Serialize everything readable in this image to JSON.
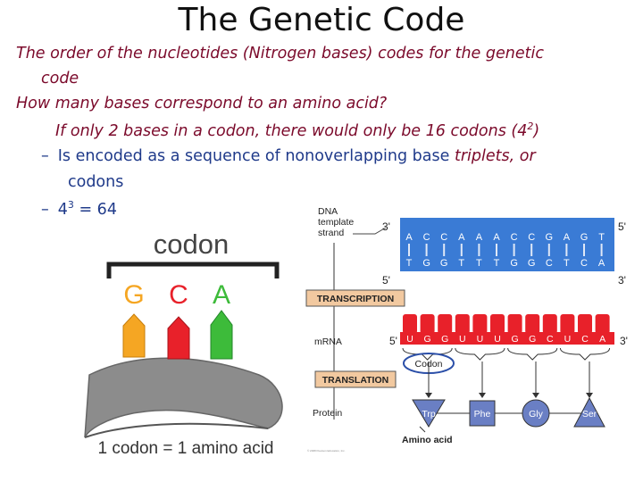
{
  "title": "The Genetic Code",
  "text": {
    "line1": "The order of the nucleotides (Nitrogen bases) codes for the genetic",
    "line1b": "code",
    "line2": "How many bases correspond to an amino acid?",
    "line3_pre": "If only 2 bases in a codon, there would only be 16 codons (4",
    "line3_sup": "2",
    "line3_post": ")",
    "bullet1_pre": "Is encoded as a sequence of nonoverlapping base ",
    "bullet1_em": "triplets",
    "bullet1_post": ", or",
    "bullet1b": "codons",
    "bullet2_pre": "4",
    "bullet2_sup": "3",
    "bullet2_post": " = 64",
    "dash": "–"
  },
  "left_figure": {
    "codon_label": "codon",
    "bases": [
      "G",
      "C",
      "A"
    ],
    "base_colors": [
      "#f5a623",
      "#e8212a",
      "#3dbb3a"
    ],
    "caption": "1 codon = 1 amino acid"
  },
  "right_figure": {
    "dna_label_1": "DNA",
    "dna_label_2": "template",
    "dna_label_3": "strand",
    "three_prime": "3'",
    "five_prime": "5'",
    "top_strand": [
      "A",
      "C",
      "C",
      "A",
      "A",
      "A",
      "C",
      "C",
      "G",
      "A",
      "G",
      "T"
    ],
    "bottom_strand": [
      "T",
      "G",
      "G",
      "T",
      "T",
      "T",
      "G",
      "G",
      "C",
      "T",
      "C",
      "A"
    ],
    "transcription": "TRANSCRIPTION",
    "mrna_label": "mRNA",
    "mrna": [
      "U",
      "G",
      "G",
      "U",
      "U",
      "U",
      "G",
      "G",
      "C",
      "U",
      "C",
      "A"
    ],
    "codon_label": "Codon",
    "translation": "TRANSLATION",
    "protein_label": "Protein",
    "amino_acids": [
      "Trp",
      "Phe",
      "Gly",
      "Ser"
    ],
    "amino_acid_label": "Amino acid",
    "copyright": "© 2008 Pearson Education, Inc.",
    "colors": {
      "dna": "#3a7bd5",
      "mrna": "#e8212a",
      "box": "#f2c9a0",
      "protein": "#6a7fc4"
    }
  }
}
